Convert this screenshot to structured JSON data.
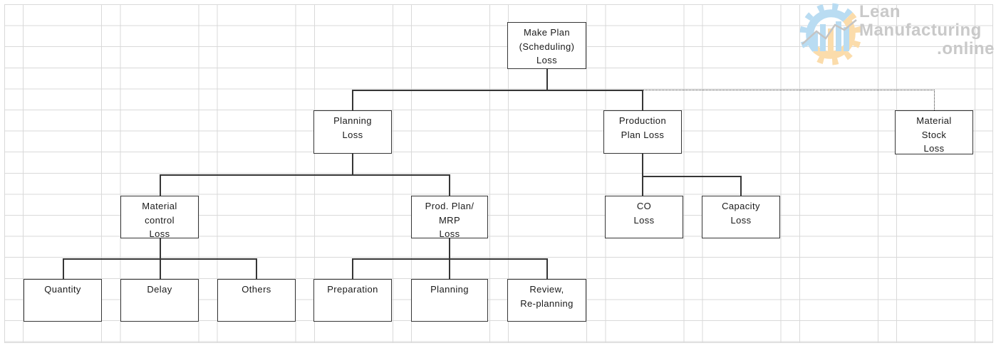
{
  "diagram": {
    "nodes": {
      "make_plan": {
        "label": "Make Plan\n(Scheduling)\nLoss"
      },
      "planning_loss": {
        "label": "Planning\nLoss",
        "parent": "make_plan",
        "connector": "solid"
      },
      "production_plan_loss": {
        "label": "Production\nPlan Loss",
        "parent": "make_plan",
        "connector": "solid"
      },
      "material_stock_loss": {
        "label": "Material\nStock\nLoss",
        "parent": "make_plan",
        "connector": "dotted"
      },
      "material_control_loss": {
        "label": "Material\ncontrol\nLoss",
        "parent": "planning_loss",
        "connector": "solid"
      },
      "prod_plan_mrp_loss": {
        "label": "Prod. Plan/\nMRP\nLoss",
        "parent": "planning_loss",
        "connector": "solid"
      },
      "co_loss": {
        "label": "CO\nLoss",
        "parent": "production_plan_loss",
        "connector": "solid"
      },
      "capacity_loss": {
        "label": "Capacity\nLoss",
        "parent": "production_plan_loss",
        "connector": "solid"
      },
      "quantity": {
        "label": "Quantity",
        "parent": "material_control_loss",
        "connector": "solid"
      },
      "delay": {
        "label": "Delay",
        "parent": "material_control_loss",
        "connector": "solid"
      },
      "others": {
        "label": "Others",
        "parent": "material_control_loss",
        "connector": "solid"
      },
      "preparation": {
        "label": "Preparation",
        "parent": "prod_plan_mrp_loss",
        "connector": "solid"
      },
      "planning": {
        "label": "Planning",
        "parent": "prod_plan_mrp_loss",
        "connector": "solid"
      },
      "review_replanning": {
        "label": "Review,\nRe-planning",
        "parent": "prod_plan_mrp_loss",
        "connector": "solid"
      }
    }
  },
  "watermark": {
    "line1": "Lean",
    "line2": "Manufacturing",
    "line3": ".online"
  },
  "colors": {
    "grid": "#d9d9d9",
    "box_border": "#363636",
    "connector": "#363636",
    "watermark_text": "#c9c9c9",
    "gear_blue": "#b9dcf2",
    "gear_orange": "#fbdcab"
  }
}
